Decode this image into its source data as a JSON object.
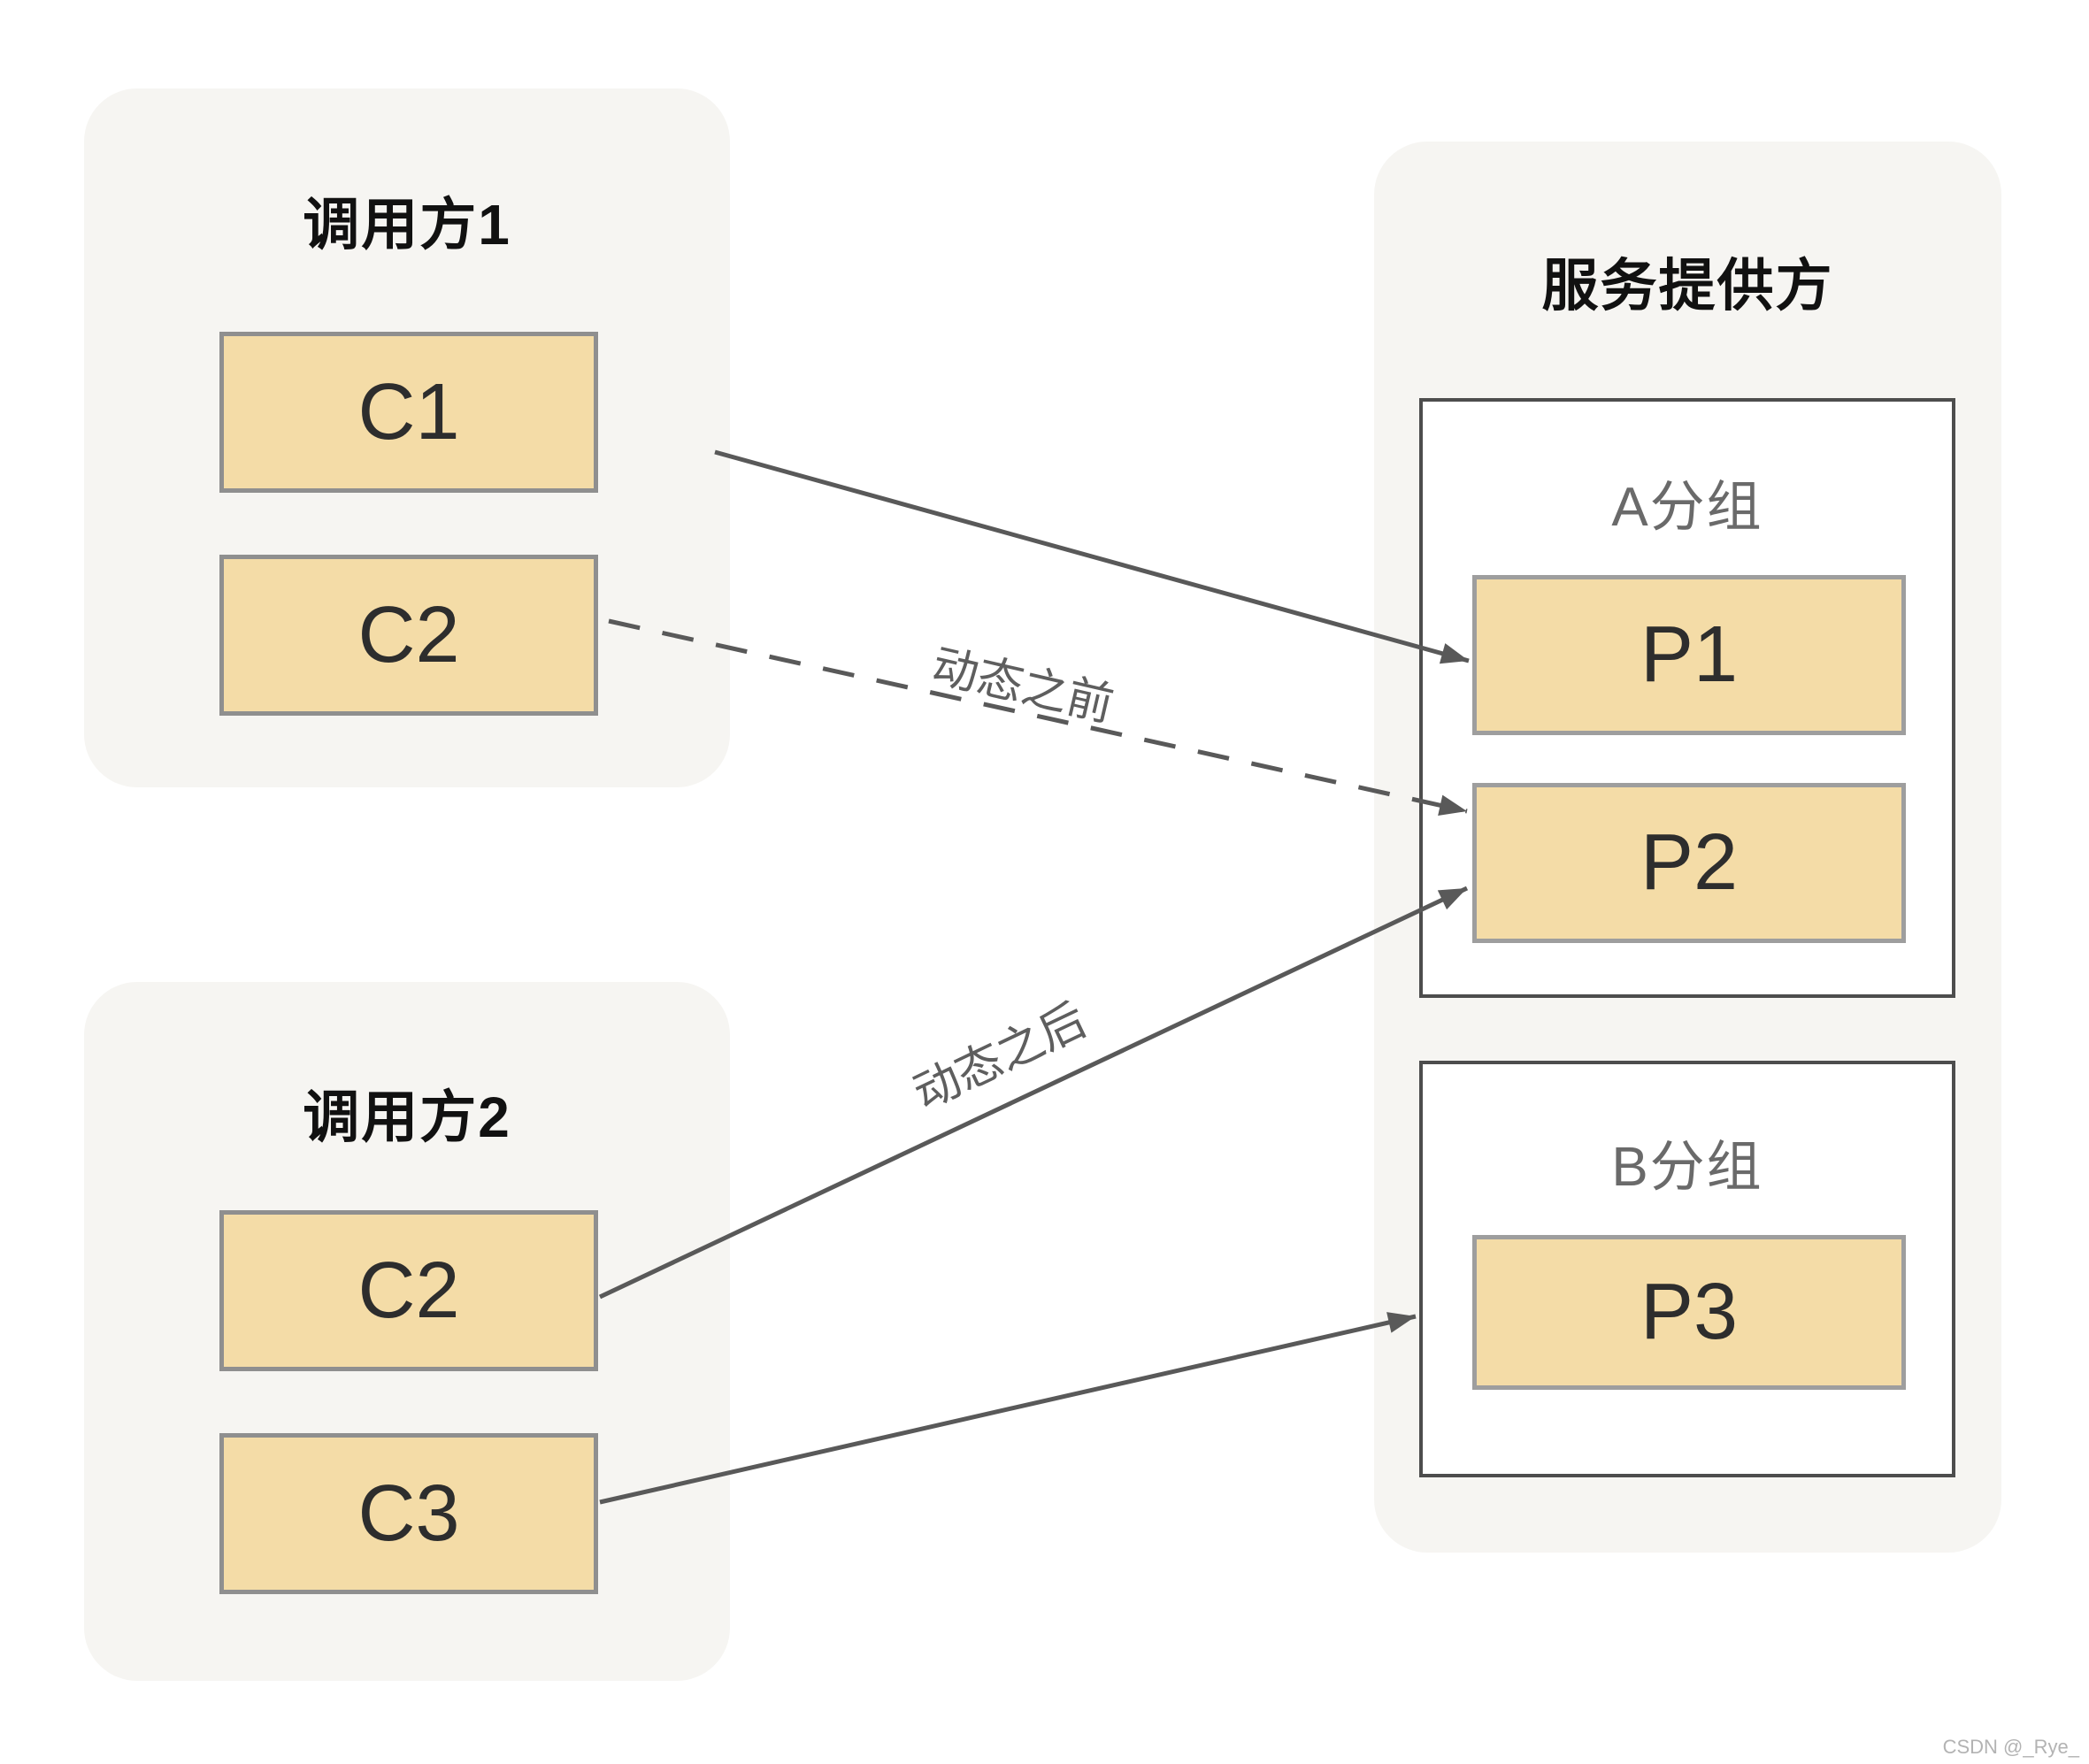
{
  "diagram": {
    "callers": [
      {
        "title": "调用方1",
        "nodes": [
          "C1",
          "C2"
        ]
      },
      {
        "title": "调用方2",
        "nodes": [
          "C2",
          "C3"
        ]
      }
    ],
    "provider": {
      "title": "服务提供方",
      "groups": [
        {
          "title": "A分组",
          "nodes": [
            "P1",
            "P2"
          ]
        },
        {
          "title": "B分组",
          "nodes": [
            "P3"
          ]
        }
      ]
    },
    "edges": [
      {
        "from": "C1",
        "to": "P1",
        "style": "solid",
        "label": ""
      },
      {
        "from": "C2",
        "to": "P2",
        "style": "dashed",
        "label": "动态之前"
      },
      {
        "from": "C2",
        "to": "P2",
        "style": "solid",
        "label": "动态之后"
      },
      {
        "from": "C3",
        "to": "P3",
        "style": "solid",
        "label": ""
      }
    ],
    "watermark": "CSDN @_Rye_",
    "colors": {
      "node_fill": "#f4dca7",
      "node_border": "#8f8f8f",
      "container_bg": "#f6f5f2",
      "group_border": "#4d4d4d",
      "arrow": "#595959",
      "edge_label_text": "#5e5e5e",
      "title_text": "#111111",
      "group_title_text": "#6a6a6a"
    }
  }
}
